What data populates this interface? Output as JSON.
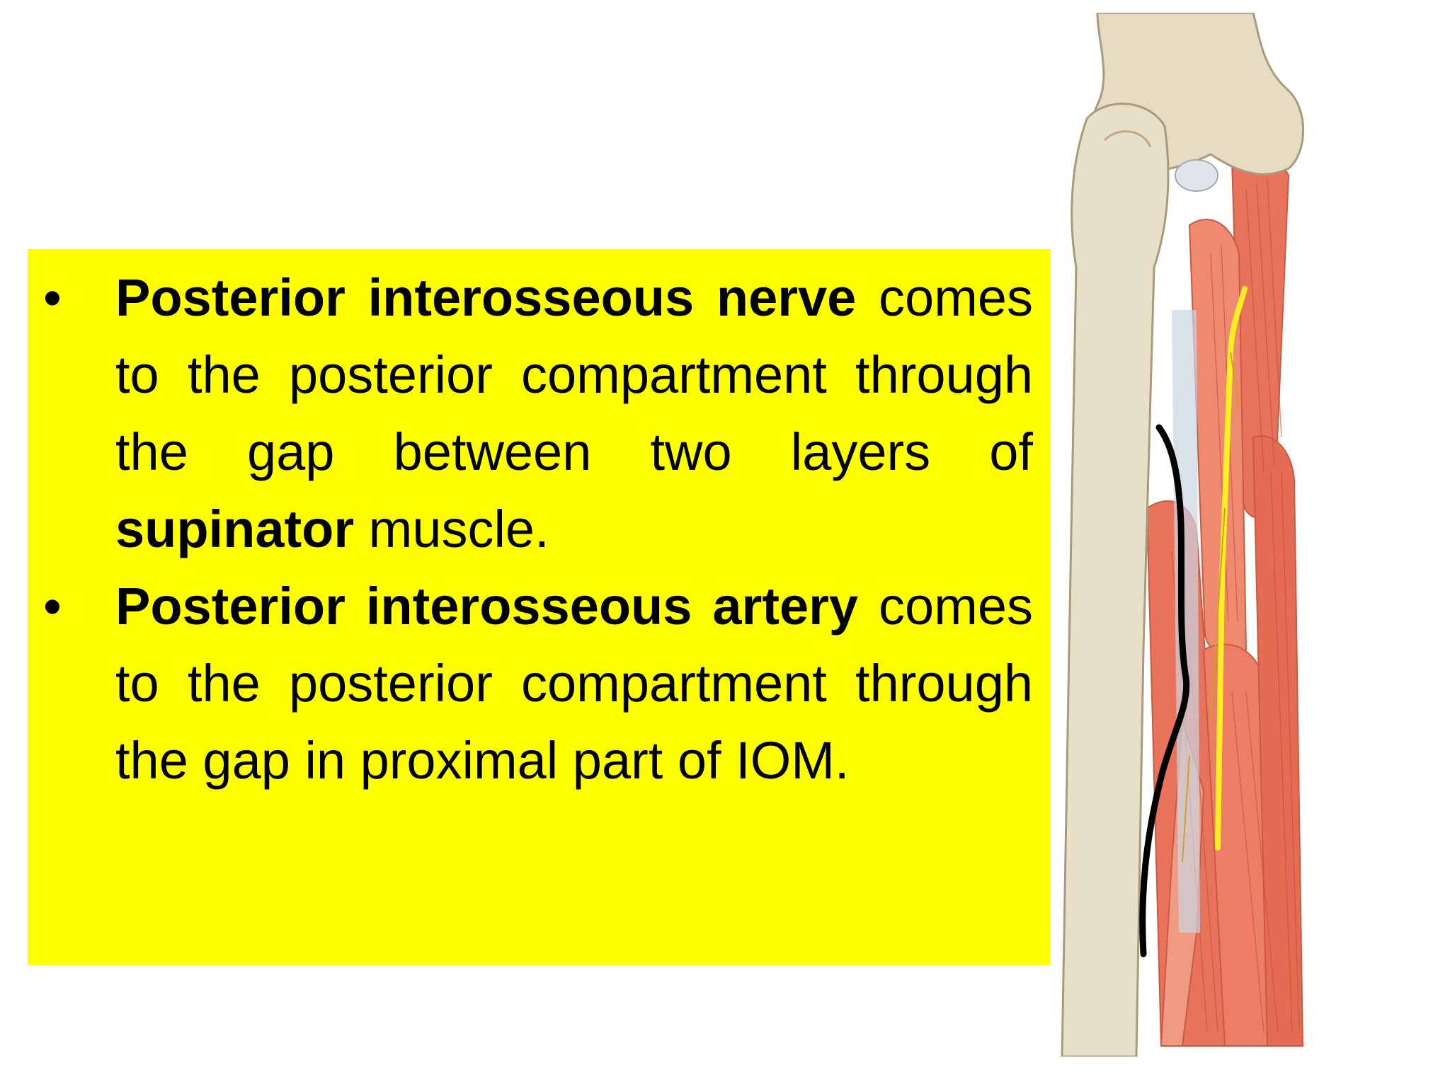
{
  "bullets": [
    {
      "title": "Posterior interosseous nerve",
      "text_before": " comes to the posterior compartment through the gap between two layers of ",
      "emphasis": "supinator",
      "text_after": " muscle."
    },
    {
      "title": "Posterior interosseous artery",
      "text_before": " comes to the posterior compartment through the gap in proximal part of IOM.",
      "emphasis": "",
      "text_after": ""
    }
  ],
  "bullet_symbol": "•",
  "colors": {
    "highlight_background": "#ffff00",
    "text": "#000000",
    "bone": "#e6dcc4",
    "muscle": "#e8735a",
    "nerve_line": "#ffee22",
    "artery_line": "#000000"
  },
  "illustration": {
    "subject": "forearm-bones-and-muscles-anatomy",
    "icon": "anatomy-illustration"
  }
}
